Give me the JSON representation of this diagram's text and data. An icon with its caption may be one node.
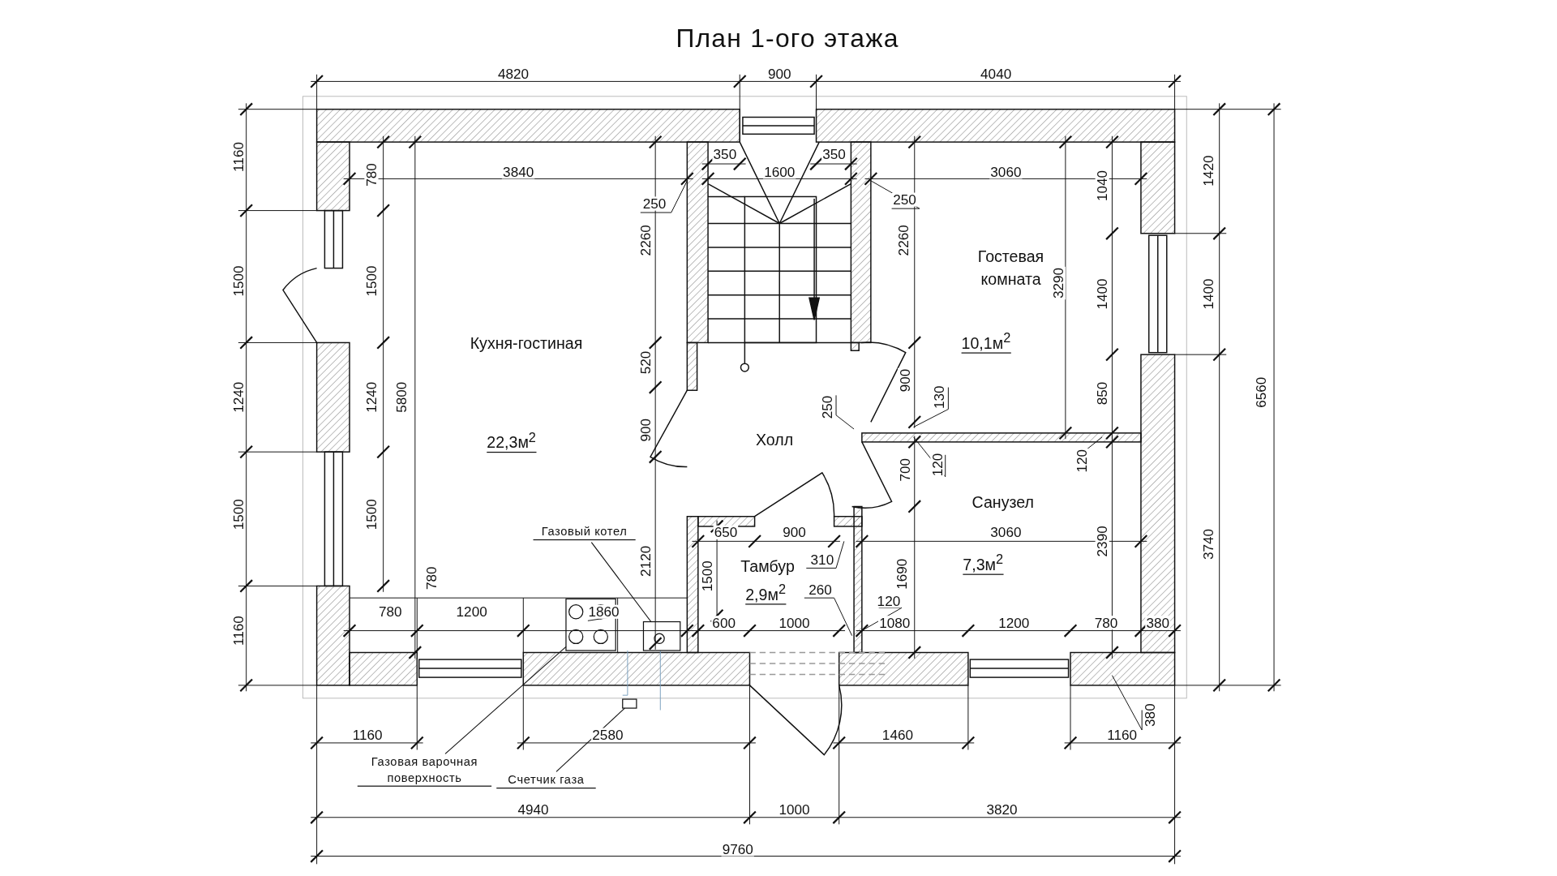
{
  "diagram": {
    "title": "План 1-ого этажа",
    "nodes": [
      {
        "text": [
          "Кухня-гостиная",
          "22,3м$^{2}$"
        ]
      },
      {
        "text": [
          "Холл"
        ]
      },
      {
        "text": [
          "Гостевая комната",
          "10,1м$^{2}$"
        ]
      },
      {
        "text": [
          "Санузел",
          "7,3м$^{2}$"
        ]
      },
      {
        "text": [
          "Тамбур",
          "2,9м$^{2}$"
        ]
      },
      {
        "text": [
          "Газовый котел"
        ]
      },
      {
        "text": [],
        "shape": "picture"
      },
      {
        "text": [
          "Газовая варочная поверхность"
        ]
      },
      {
        "text": [],
        "shape": "picture"
      },
      {
        "text": [
          "Счетчик газа"
        ]
      },
      {
        "text": [],
        "shape": "box"
      }
    ],
    "edges": [
      {
        "from": 5,
        "to": 8,
        "arrow": "none"
      },
      {
        "from": 7,
        "to": 6,
        "arrow": "none"
      },
      {
        "from": 9,
        "to": 10,
        "arrow": "none"
      }
    ],
    "labels": [
      "4820",
      "900",
      "4040",
      "1160",
      "780",
      "3840",
      "350",
      "1600",
      "350",
      "3060",
      "1040",
      "1420",
      "250",
      "250",
      "2260",
      "2260",
      "1500",
      "1500",
      "3290",
      "1400",
      "1400",
      "520",
      "1240",
      "1240",
      "5800",
      "250",
      "900",
      "130",
      "850",
      "6560",
      "900",
      "700",
      "120",
      "120",
      "1500",
      "1500",
      "650",
      "900",
      "3060",
      "2390",
      "3740",
      "780",
      "2120",
      "1500",
      "310",
      "1690",
      "260",
      "1160",
      "780",
      "1200",
      "1860",
      "600",
      "1000",
      "120",
      "1080",
      "1200",
      "780",
      "380",
      "380",
      "1160",
      "2580",
      "1460",
      "1160",
      "4940",
      "1000",
      "3820",
      "9760"
    ]
  }
}
